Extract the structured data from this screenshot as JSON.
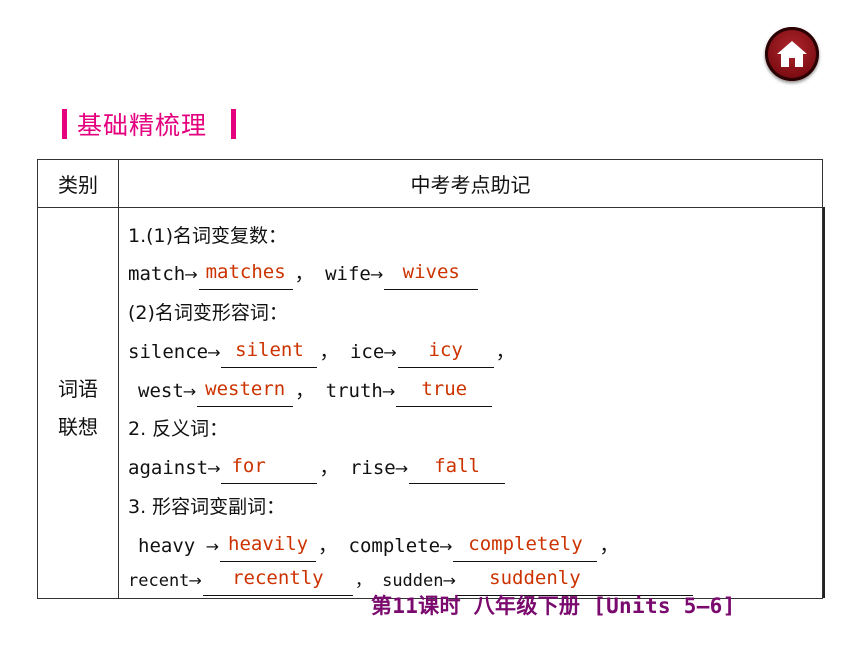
{
  "colors": {
    "accent": "#e4007f",
    "answer": "#cc3300",
    "footer": "#7a0a6e",
    "home": "#8b1218"
  },
  "home_button": {
    "icon": "home-icon"
  },
  "section_title": "基础精梳理",
  "table": {
    "headers": {
      "category": "类别",
      "content": "中考考点助记"
    },
    "category": {
      "line1": "词语",
      "line2": "联想"
    }
  },
  "content": {
    "s1_title": "1.(1)名词变复数：",
    "match": "match",
    "match_ans": "matches",
    "wife": "wife",
    "wife_ans": "wives",
    "s1b_title": "(2)名词变形容词：",
    "silence": "silence",
    "silence_ans": "silent",
    "ice": "ice",
    "ice_ans": "icy",
    "west": "west",
    "west_ans": "western",
    "truth": "truth",
    "truth_ans": "true",
    "s2_title": "2. 反义词：",
    "against": "against",
    "against_ans": "for",
    "rise": "rise",
    "rise_ans": "fall",
    "s3_title": "3. 形容词变副词：",
    "heavy": "heavy",
    "heavy_ans": "heavily",
    "complete": "complete",
    "complete_ans": "completely",
    "recent": "recent",
    "recent_ans": "recently",
    "sudden": "sudden",
    "sudden_ans": "suddenly",
    "arrow": "→",
    "comma": "，"
  },
  "footer": "第11课时  八年级下册 [Units 5—6]"
}
